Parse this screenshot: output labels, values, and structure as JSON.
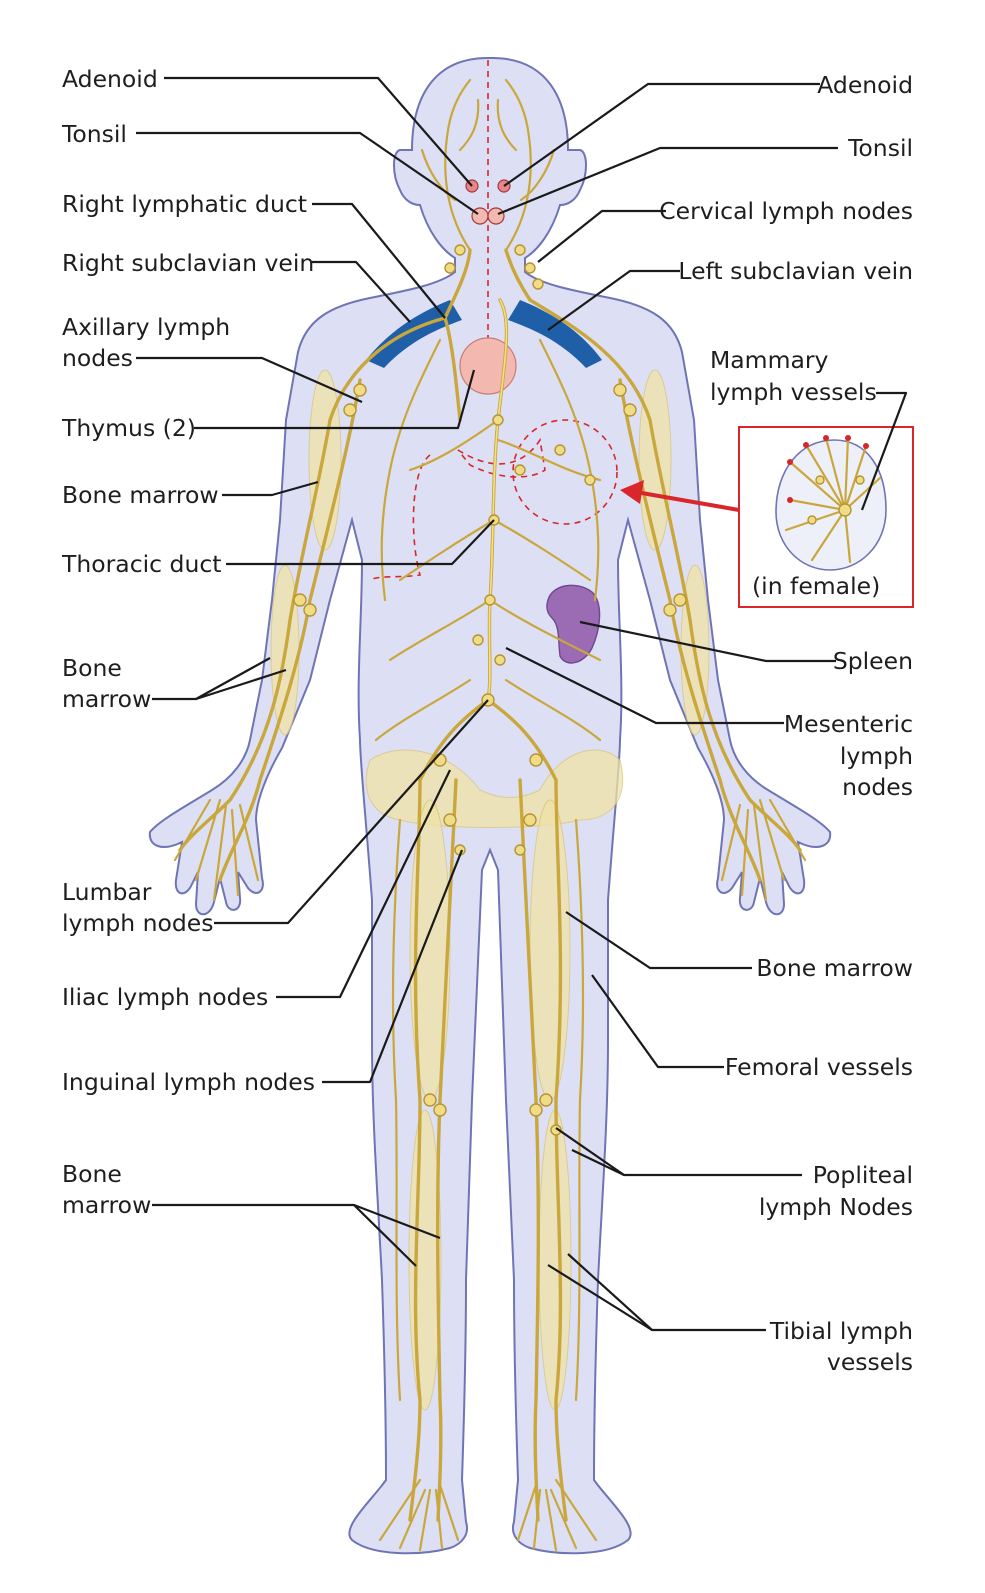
{
  "colors": {
    "lymph_vessel": "#c9a73c",
    "lymph_node": "#f1dc86",
    "body": "#dde0f4",
    "body_outline": "#6f74b5",
    "subclavian_vein": "#1f5fa8",
    "thymus": "#f3b9b0",
    "spleen": "#9b6bb4",
    "callout_red": "#d8262b",
    "text": "#1e1e1e"
  },
  "labels_left": {
    "adenoid": "Adenoid",
    "tonsil": "Tonsil",
    "right_lymphatic_duct": "Right lymphatic duct",
    "right_subclavian_vein": "Right subclavian vein",
    "axillary_lymph_nodes": [
      "Axillary lymph",
      "nodes"
    ],
    "thymus": "Thymus (2)",
    "bone_marrow_arm": "Bone marrow",
    "thoracic_duct": "Thoracic duct",
    "bone_marrow_forearm": [
      "Bone",
      "marrow"
    ],
    "lumbar_lymph_nodes": [
      "Lumbar",
      "lymph nodes"
    ],
    "iliac_lymph_nodes": "Iliac lymph nodes",
    "inguinal_lymph_nodes": "Inguinal lymph nodes",
    "bone_marrow_leg": [
      "Bone",
      "marrow"
    ]
  },
  "labels_right": {
    "adenoid": "Adenoid",
    "tonsil": "Tonsil",
    "cervical_lymph_nodes": "Cervical lymph nodes",
    "left_subclavian_vein": "Left subclavian vein",
    "mammary_lymph_vessels": [
      "Mammary",
      "lymph vessels"
    ],
    "in_female": "(in female)",
    "spleen": "Spleen",
    "mesenteric_lymph_nodes": [
      "Mesenteric",
      "lymph",
      "nodes"
    ],
    "bone_marrow_thigh": "Bone marrow",
    "femoral_vessels": "Femoral vessels",
    "popliteal_lymph_nodes": [
      "Popliteal",
      "lymph Nodes"
    ],
    "tibial_lymph_vessels": [
      "Tibial lymph",
      "vessels"
    ]
  }
}
